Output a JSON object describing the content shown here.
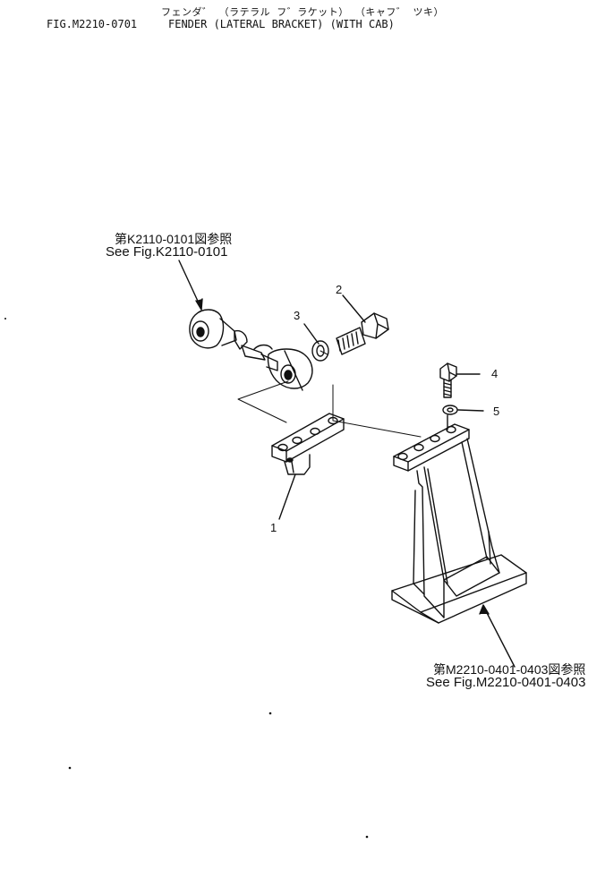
{
  "header": {
    "kana_title": "フェンダ゛ （ラテラル フ゛ラケット） （キャフ゛ ツキ）",
    "fig_number": "FIG.M2210-0701",
    "title": "FENDER (LATERAL BRACKET) (WITH CAB)"
  },
  "references": {
    "upper": {
      "jp": "第K2110-0101図参照",
      "en": "See Fig.K2110-0101"
    },
    "lower": {
      "jp": "第M2210-0401-0403図参照",
      "en": "See Fig.M2210-0401-0403"
    }
  },
  "callouts": [
    {
      "number": "1",
      "part": "lateral bracket"
    },
    {
      "number": "2",
      "part": "bolt"
    },
    {
      "number": "3",
      "part": "washer"
    },
    {
      "number": "4",
      "part": "bolt"
    },
    {
      "number": "5",
      "part": "washer"
    }
  ]
}
